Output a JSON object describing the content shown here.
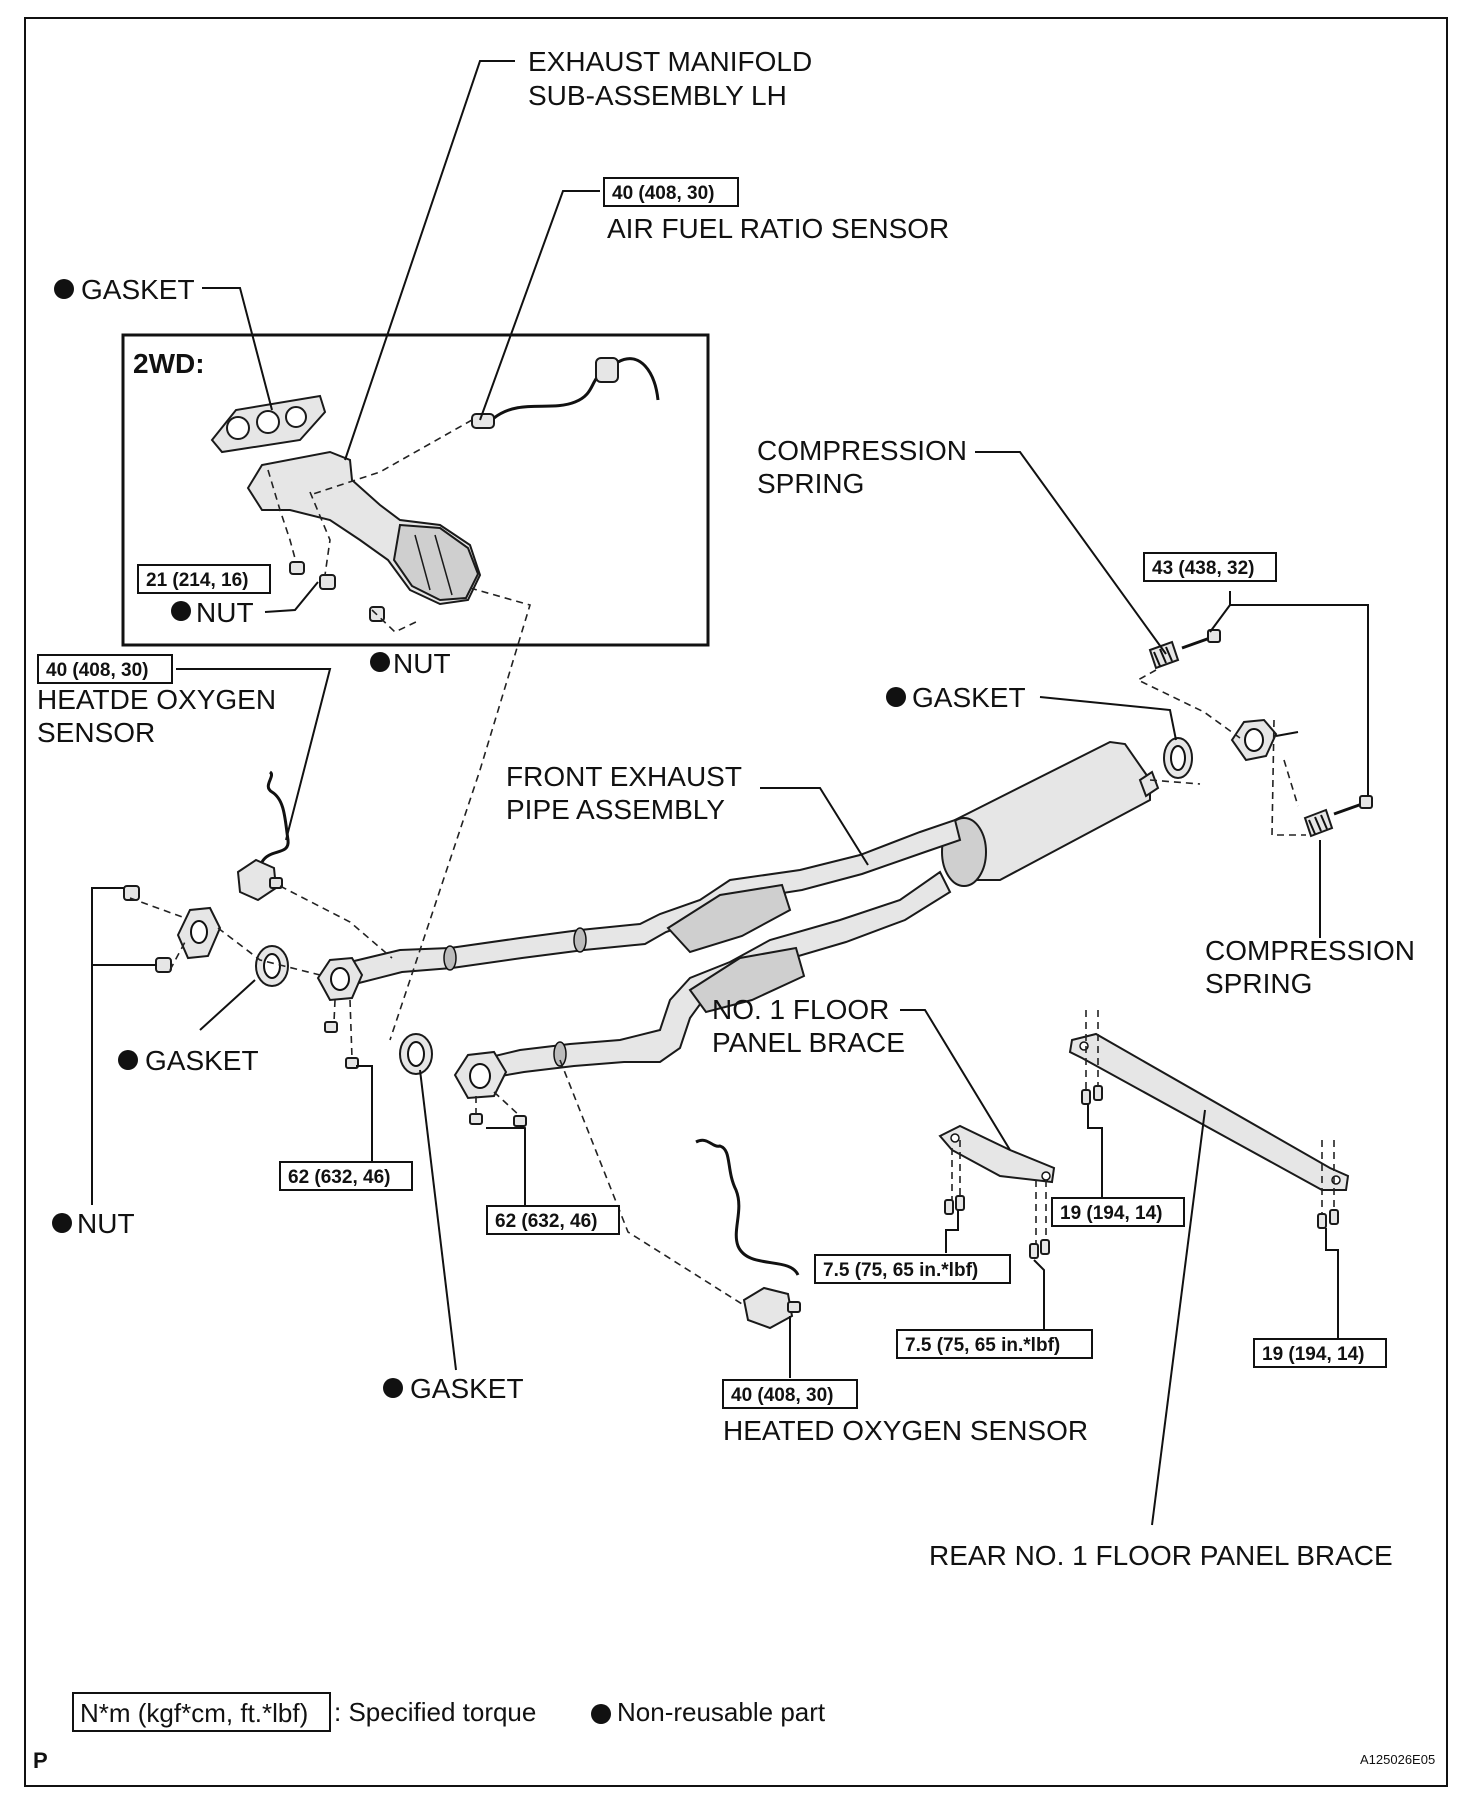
{
  "labels": {
    "exhaust_manifold_line1": "EXHAUST MANIFOLD",
    "exhaust_manifold_line2": "SUB-ASSEMBLY LH",
    "air_fuel_ratio_sensor": "AIR FUEL RATIO SENSOR",
    "gasket_top": "GASKET",
    "inset_2wd": "2WD:",
    "nut_inset": "NUT",
    "nut_below_inset": "NUT",
    "heatde_oxygen_line1": "HEATDE OXYGEN",
    "heatde_oxygen_line2": "SENSOR",
    "compression_spring_top_line1": "COMPRESSION",
    "compression_spring_top_line2": "SPRING",
    "gasket_right": "GASKET",
    "front_exhaust_line1": "FRONT EXHAUST",
    "front_exhaust_line2": "PIPE ASSEMBLY",
    "compression_spring_bottom_line1": "COMPRESSION",
    "compression_spring_bottom_line2": "SPRING",
    "gasket_left": "GASKET",
    "no1_floor_line1": "NO. 1 FLOOR",
    "no1_floor_line2": "PANEL BRACE",
    "nut_left": "NUT",
    "gasket_bottom": "GASKET",
    "heated_oxygen_sensor": "HEATED OXYGEN SENSOR",
    "rear_no1_floor": "REAR NO. 1 FLOOR PANEL BRACE"
  },
  "torques": {
    "air_fuel_ratio": "40 (408, 30)",
    "manifold_nut": "21 (214, 16)",
    "heatde_oxygen": "40 (408, 30)",
    "spring_bolt": "43 (438, 32)",
    "flange_left": "62 (632, 46)",
    "flange_right": "62 (632, 46)",
    "brace_rear_a": "19 (194, 14)",
    "brace_rear_b": "19 (194, 14)",
    "brace_front_a": "7.5 (75, 65 in.*lbf)",
    "brace_front_b": "7.5 (75, 65 in.*lbf)",
    "heated_oxygen": "40 (408, 30)"
  },
  "legend": {
    "torque_units": "N*m (kgf*cm, ft.*lbf)",
    "torque_desc": ": Specified torque",
    "nonreusable_desc": "Non-reusable part"
  },
  "footer": {
    "corner_letter": "P",
    "figure_code": "A125026E05"
  }
}
